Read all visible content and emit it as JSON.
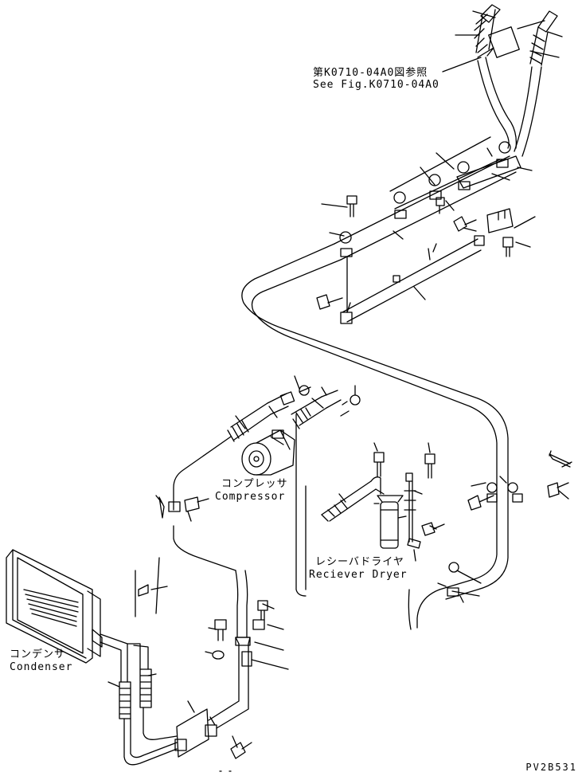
{
  "figure": {
    "reference": {
      "jp": "第K0710-04A0図参照",
      "en": "See Fig.K0710-04A0"
    },
    "components": [
      {
        "id": "compressor",
        "jp": "コンプレッサ",
        "en": "Compressor"
      },
      {
        "id": "receiver-dryer",
        "jp": "レシーバドライヤ",
        "en": "Reciever Dryer"
      },
      {
        "id": "condenser",
        "jp": "コンデンサ",
        "en": "Condenser"
      }
    ],
    "drawing_code": "PV2B531"
  },
  "colors": {
    "line": "#000000",
    "background": "#ffffff"
  }
}
